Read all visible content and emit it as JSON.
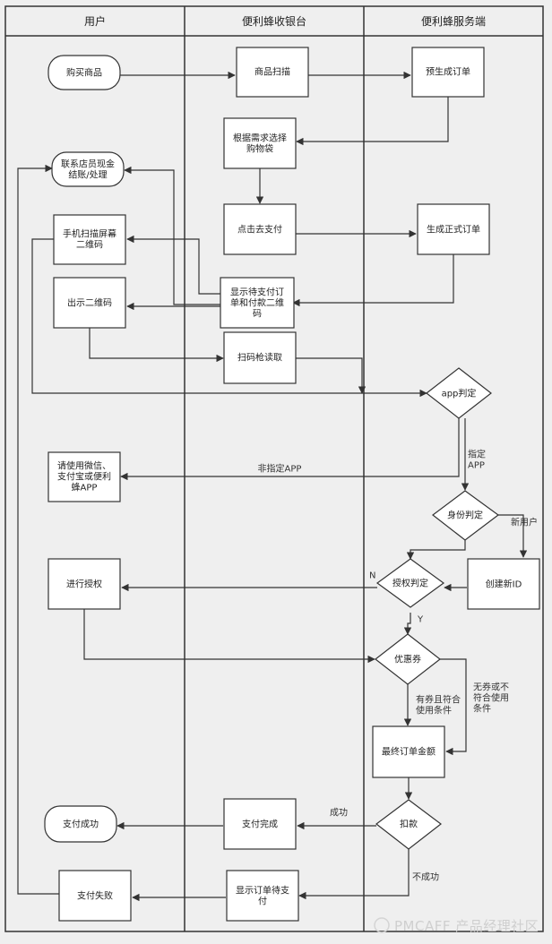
{
  "lanes": {
    "user": "用户",
    "cashier": "便利蜂收银台",
    "server": "便利蜂服务端"
  },
  "nodes": {
    "buy": [
      "购买商品"
    ],
    "scan_goods": [
      "商品扫描"
    ],
    "pre_order": [
      "预生成订单"
    ],
    "choose_bag": [
      "根据需求选择",
      "购物袋"
    ],
    "contact_clerk": [
      "联系店员现金",
      "结账/处理"
    ],
    "click_pay": [
      "点击去支付"
    ],
    "formal_order": [
      "生成正式订单"
    ],
    "phone_scan": [
      "手机扫描屏幕",
      "二维码"
    ],
    "show_qr": [
      "出示二维码"
    ],
    "show_pending": [
      "显示待支付订",
      "单和付款二维",
      "码"
    ],
    "scanner_read": [
      "扫码枪读取"
    ],
    "app_judge": [
      "app判定"
    ],
    "use_app": [
      "请使用微信、",
      "支付宝或便利",
      "蜂APP"
    ],
    "identity": [
      "身份判定"
    ],
    "create_id": [
      "创建新ID"
    ],
    "do_auth": [
      "进行授权"
    ],
    "auth_judge": [
      "授权判定"
    ],
    "coupon": [
      "优惠券"
    ],
    "final_amount": [
      "最终订单金额"
    ],
    "deduct": [
      "扣款"
    ],
    "pay_done": [
      "支付完成"
    ],
    "pay_success": [
      "支付成功"
    ],
    "pending_display": [
      "显示订单待支",
      "付"
    ],
    "pay_fail": [
      "支付失败"
    ]
  },
  "edge_labels": {
    "not_designated_app": [
      "非指定APP"
    ],
    "designated_app": [
      "指定",
      "APP"
    ],
    "new_user": [
      "新用户"
    ],
    "no": [
      "N"
    ],
    "yes": [
      "Y"
    ],
    "coupon_ok": [
      "有券且符合",
      "使用条件"
    ],
    "coupon_no": [
      "无券或不",
      "符合使用",
      "条件"
    ],
    "success": [
      "成功"
    ],
    "fail": [
      "不成功"
    ]
  },
  "watermark": "PMCAFF 产品经理社区"
}
